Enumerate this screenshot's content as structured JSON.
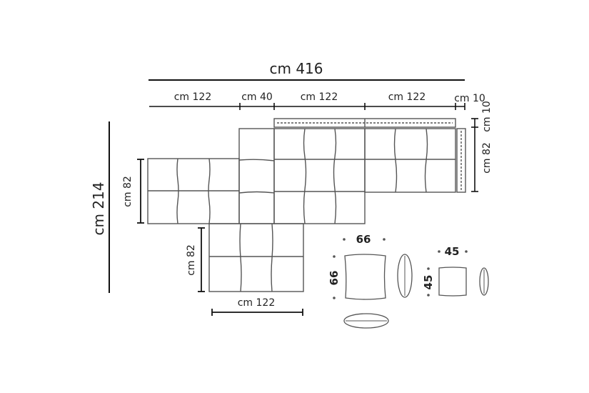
{
  "diagram": {
    "type": "sofa-dimension-plan",
    "line_color": "#555555",
    "dim_color": "#111111",
    "dimensions": {
      "total_width": "cm 416",
      "total_depth": "cm 214",
      "segments": [
        "cm 122",
        "cm 40",
        "cm 122",
        "cm 122",
        "cm 10"
      ],
      "right_depth": "cm 82",
      "right_rail": "cm 10",
      "left_module_depth": "cm 82",
      "lower_module_depth": "cm 82",
      "lower_module_width": "cm 122"
    },
    "cushions": {
      "large": {
        "width": "66",
        "height": "66"
      },
      "small": {
        "width": "45",
        "height": "45"
      }
    }
  }
}
